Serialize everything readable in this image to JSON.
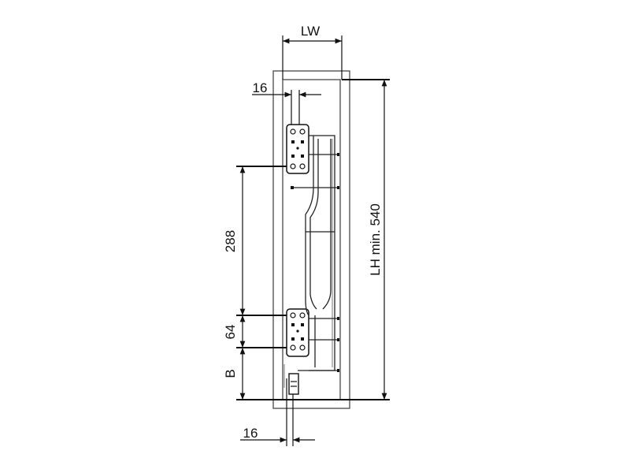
{
  "labels": {
    "lw": "LW",
    "top_offset": "16",
    "mount_spacing": "288",
    "plate_spacing": "64",
    "bottom_b": "B",
    "lh": "LH min. 540",
    "bottom_offset": "16"
  },
  "colors": {
    "line": "#111111",
    "cabinet": "#555555"
  }
}
